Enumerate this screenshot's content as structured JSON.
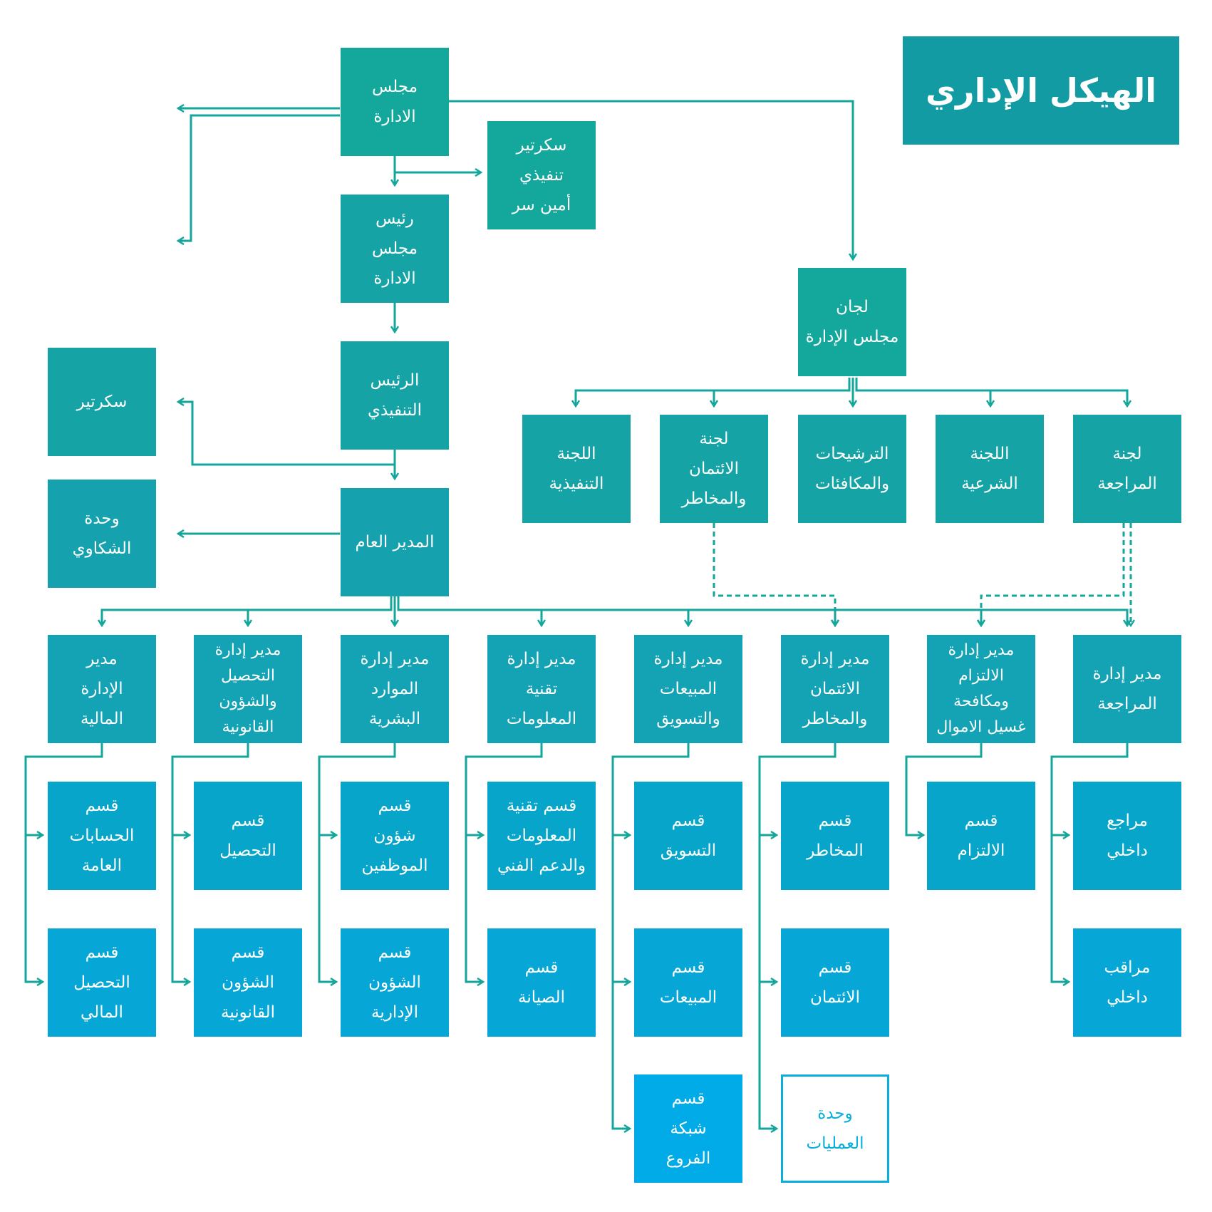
{
  "title": "الهيكل الإداري",
  "colors": {
    "line_teal": "#14a69b",
    "line_blue": "#08aedc",
    "title_bg": "#139ba3"
  },
  "top": {
    "board": "مجلس\nالادارة",
    "secretary_exec": "سكرتير\nتنفيذي\nأمين سر",
    "chairman": "رئيس\nمجلس\nالادارة",
    "ceo": "الرئيس\nالتنفيذي",
    "secretary": "سكرتير",
    "complaints": "وحدة\nالشكاوي",
    "gm": "المدير العام",
    "committees": "لجان\nمجلس الإدارة"
  },
  "committees": {
    "audit": "لجنة\nالمراجعة",
    "sharia": "اللجنة\nالشرعية",
    "nominations": "الترشيحات\nوالمكافئات",
    "credit_risk": "لجنة\nالائتمان\nوالمخاطر",
    "executive": "اللجنة\nالتنفيذية"
  },
  "managers": {
    "audit": "مدير إدارة\nالمراجعة",
    "compliance": "مدير إدارة\nالالتزام\nومكافحة\nغسيل الاموال",
    "credit": "مدير إدارة\nالائتمان\nوالمخاطر",
    "sales": "مدير إدارة\nالمبيعات\nوالتسويق",
    "it": "مدير إدارة\nتقنية\nالمعلومات",
    "hr": "مدير إدارة\nالموارد\nالبشرية",
    "collection": "مدير إدارة\nالتحصيل\nوالشؤون\nالقانونية",
    "finance": "مدير\nالإدارة\nالمالية"
  },
  "departments": {
    "internal_auditor": "مراجع\nداخلي",
    "internal_controller": "مراقب\nداخلي",
    "compliance_dept": "قسم\nالالتزام",
    "risk_dept": "قسم\nالمخاطر",
    "credit_dept": "قسم\nالائتمان",
    "operations_unit": "وحدة\nالعمليات",
    "marketing_dept": "قسم\nالتسويق",
    "sales_dept": "قسم\nالمبيعات",
    "branches_dept": "قسم\nشبكة\nالفروع",
    "it_support_dept": "قسم تقنية\nالمعلومات\nوالدعم الفني",
    "maintenance_dept": "قسم\nالصيانة",
    "staff_affairs_dept": "قسم\nشؤون\nالموظفين",
    "admin_affairs_dept": "قسم\nالشؤون\nالإدارية",
    "collection_dept": "قسم\nالتحصيل",
    "legal_affairs_dept": "قسم\nالشؤون\nالقانونية",
    "general_accounts_dept": "قسم\nالحسابات\nالعامة",
    "financial_collection_dept": "قسم\nالتحصيل\nالمالي"
  }
}
